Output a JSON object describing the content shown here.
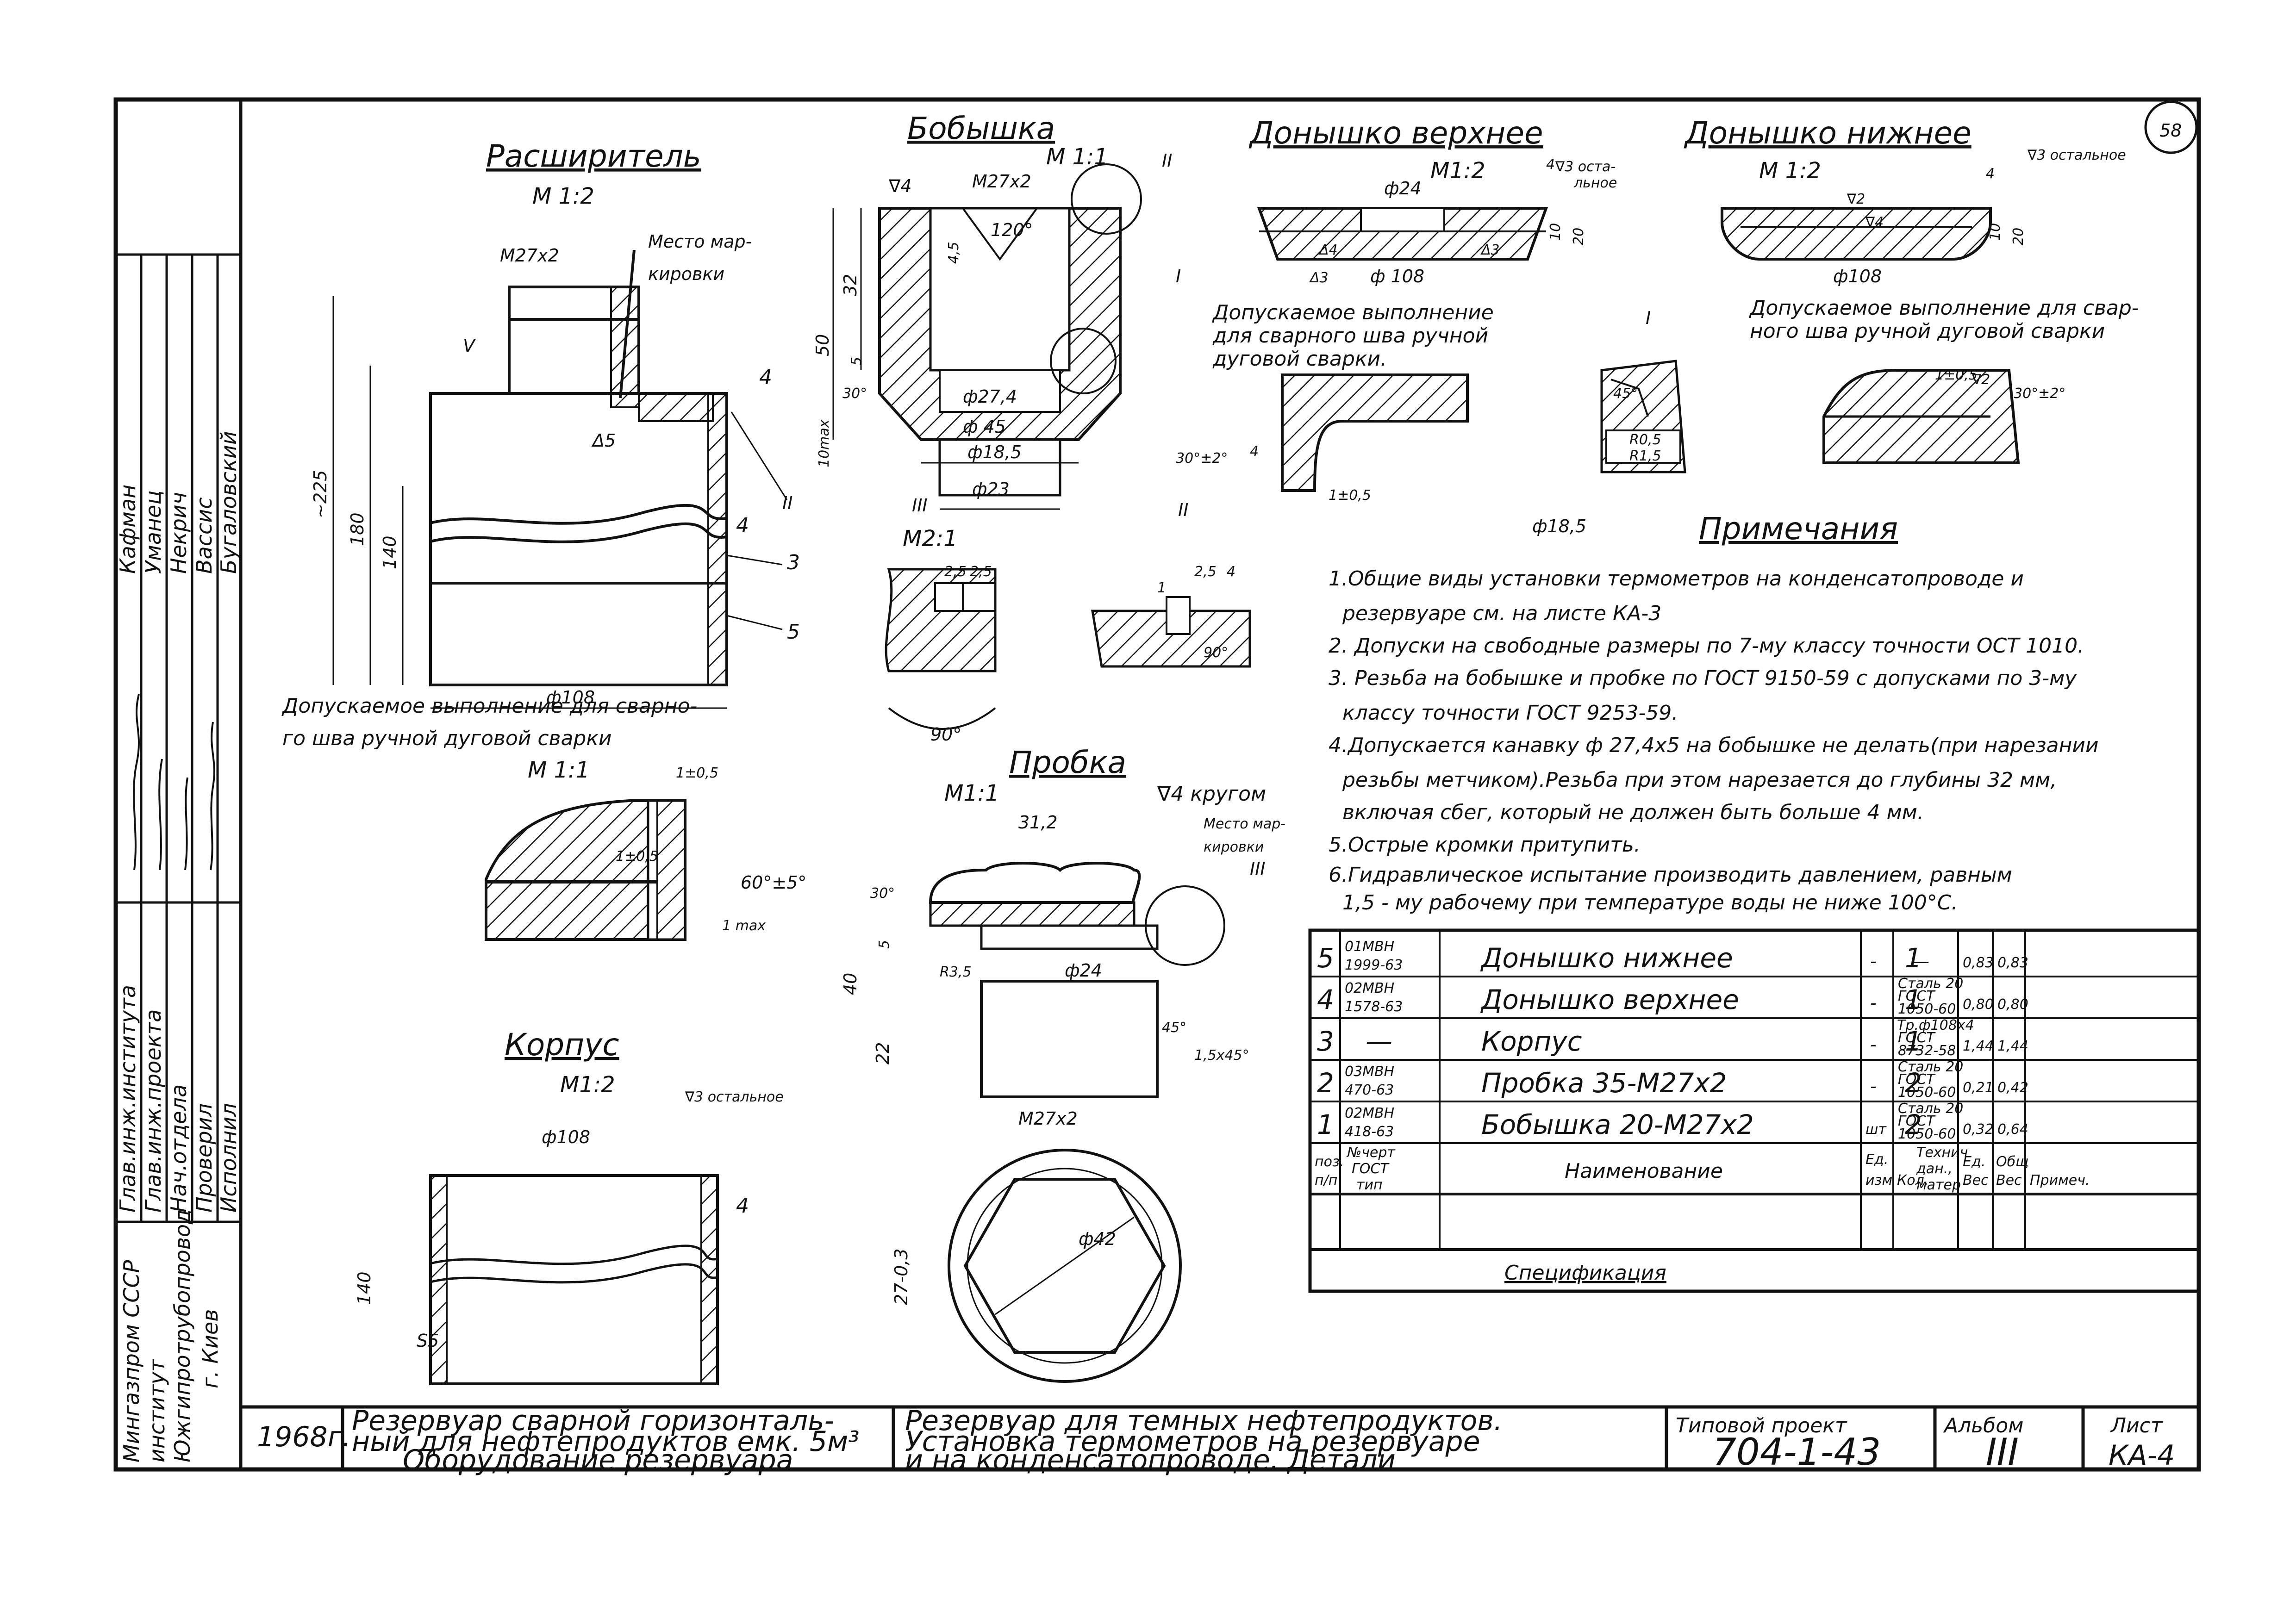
{
  "sheet_number": "58",
  "views": {
    "rasshiritel": {
      "title": "Расширитель",
      "scale": "М 1:2",
      "thread": "М27х2",
      "marking_label": "Место мар-кировки",
      "marking_l1": "Место мар-",
      "marking_l2": "кировки",
      "dims": {
        "h_total": "~225",
        "h_body": "180",
        "h_inner": "140",
        "d": "ф108",
        "weld": "Δ5",
        "v": "V",
        "pos4": "4",
        "pos3": "3",
        "pos5": "5",
        "pos2": "II"
      }
    },
    "weld_rasshiritel": {
      "note_l1": "Допускаемое выполнение для сварно-",
      "note_l2": "го шва ручной дуговой сварки",
      "scale": "М 1:1",
      "d1": "1±0,5",
      "d2": "1±0,5",
      "angle": "60°±5°",
      "d3": "1 max"
    },
    "bobyshka": {
      "title": "Бобышка",
      "scale": "М 1:1",
      "thread": "М27х2",
      "angle": "120°",
      "dims": {
        "h50": "50",
        "h32": "32",
        "h45": "4,5",
        "h5": "5",
        "angle30": "30°",
        "d274": "ф27,4",
        "d45": "ф 45",
        "d185": "ф18,5",
        "d23": "ф23",
        "roughness": "∇4",
        "left": "10max",
        "call1": "II",
        "call2": "I"
      }
    },
    "donyshko_verh": {
      "title": "Донышко верхнее",
      "scale": "М1:2",
      "rough": "∇3 оста-льное",
      "rough_l1": "∇3 оста-",
      "rough_l2": "льное",
      "d24": "ф24",
      "d": "ф 108",
      "t4": "4",
      "h10": "10",
      "h20": "20",
      "w1": "Δ4",
      "w2": "Δ3",
      "w3": "Δ3"
    },
    "weld_donyshko_verh": {
      "note_l1": "Допускаемое выполнение",
      "note_l2": "для сварного шва ручной",
      "note_l3": "дуговой сварки.",
      "angle": "30°±2°",
      "a4": "4",
      "d": "1±0,5"
    },
    "donyshko_niz": {
      "title": "Донышко нижнее",
      "scale": "М 1:2",
      "rough": "∇3 остальное",
      "r2": "∇2",
      "r4": "∇4",
      "t4": "4",
      "h10": "10",
      "h20": "20",
      "d": "ф108"
    },
    "weld_donyshko_niz": {
      "note_l1": "Допускаемое выполнение для свар-",
      "note_l2": "ного шва ручной дуговой сварки",
      "d": "1±0,5",
      "r": "∇2",
      "angle": "30°±2°"
    },
    "detail_I": {
      "label": "I",
      "angle": "45°",
      "r1": "R0,5",
      "r2": "R1,5",
      "d": "ф18,5"
    },
    "detail_III": {
      "label": "III",
      "scale": "М2:1",
      "d1": "2,5",
      "d2": "2,5",
      "angle": "90°"
    },
    "detail_II": {
      "label": "II",
      "d1": "2,5",
      "d2": "4",
      "d3": "1",
      "angle": "90°"
    },
    "probka": {
      "title": "Пробка",
      "scale": "М1:1",
      "rough": "∇4 кругом",
      "marking_l1": "Место мар-",
      "marking_l2": "кировки",
      "s": "31,2",
      "d24": "ф24",
      "thread": "М27х2",
      "h40": "40",
      "h22": "22",
      "h5": "5",
      "a30": "30°",
      "a45": "45°",
      "ch": "1,5х45°",
      "r": "R3,5",
      "across": "27-0,3",
      "d42": "ф42",
      "callout": "III"
    },
    "korpus": {
      "title": "Корпус",
      "scale": "М1:2",
      "rough": "∇3 остальное",
      "d": "ф108",
      "h": "140",
      "t4": "4",
      "weld": "S5"
    }
  },
  "notes": {
    "title": "Примечания",
    "items": [
      "1.Общие виды установки термометров на конденсатопроводе и",
      "резервуаре см. на листе КА-3",
      "2. Допуски на свободные размеры по 7-му классу точности ОСТ 1010.",
      "3. Резьба на бобышке и пробке по ГОСТ 9150-59 с допусками по 3-му",
      "классу точности ГОСТ 9253-59.",
      "4.Допускается канавку ф 27,4х5 на бобышке не делать(при нарезании",
      "резьбы метчиком).Резьба при этом нарезается до глубины 32 мм,",
      "включая сбег, который не должен быть больше 4 мм.",
      "5.Острые кромки притупить.",
      "6.Гидравлическое испытание производить давлением, равным",
      "1,5 - му рабочему при температуре воды не ниже 100°С."
    ]
  },
  "spec": {
    "title": "Спецификация",
    "header": {
      "pos": "поз. п/п",
      "pos_l1": "поз.",
      "pos_l2": "п/п",
      "doc": "№черт ГОСТ тип",
      "doc_l1": "№черт",
      "doc_l2": "ГОСТ",
      "doc_l3": "тип",
      "name": "Наименование",
      "unit": "Ед. изм.",
      "unit_l1": "Ед.",
      "unit_l2": "изм",
      "qty": "Кол.",
      "material": "Технич дан., матер",
      "mat_l1": "Технич",
      "mat_l2": "дан.,",
      "mat_l3": "матер",
      "w1": "Ед. Вес",
      "w1_l1": "Ед.",
      "w1_l2": "Вес",
      "w2": "Общ Вес",
      "w2_l1": "Общ",
      "w2_l2": "Вес",
      "note": "Примеч."
    },
    "rows": [
      {
        "pos": "5",
        "doc": "01МВН 1999-63",
        "doc_l1": "01МВН",
        "doc_l2": "1999-63",
        "name": "Донышко нижнее",
        "unit": "-",
        "qty": "1",
        "material": "—",
        "w1": "0,83",
        "w2": "0,83"
      },
      {
        "pos": "4",
        "doc": "02МВН 1578-63",
        "doc_l1": "02МВН",
        "doc_l2": "1578-63",
        "name": "Донышко верхнее",
        "unit": "-",
        "qty": "1",
        "material": "Сталь 20 ГОСТ 1050-60",
        "mat_l1": "Сталь 20",
        "mat_l2": "ГОСТ",
        "mat_l3": "1050-60",
        "w1": "0,80",
        "w2": "0,80"
      },
      {
        "pos": "3",
        "doc": "—",
        "doc_l1": "—",
        "doc_l2": "",
        "name": "Корпус",
        "unit": "-",
        "qty": "1",
        "material": "Тр.ф108х4 ГОСТ 8732-58",
        "mat_l1": "Тр.ф108х4",
        "mat_l2": "ГОСТ",
        "mat_l3": "8732-58",
        "w1": "1,44",
        "w2": "1,44"
      },
      {
        "pos": "2",
        "doc": "03МВН 470-63",
        "doc_l1": "03МВН",
        "doc_l2": "470-63",
        "name": "Пробка 35-М27х2",
        "unit": "-",
        "qty": "2",
        "material": "Сталь 20 ГОСТ 1050-60",
        "mat_l1": "Сталь 20",
        "mat_l2": "ГОСТ",
        "mat_l3": "1050-60",
        "w1": "0,21",
        "w2": "0,42"
      },
      {
        "pos": "1",
        "doc": "02МВН 418-63",
        "doc_l1": "02МВН",
        "doc_l2": "418-63",
        "name": "Бобышка 20-М27х2",
        "unit": "шт",
        "qty": "2",
        "material": "Сталь 20 ГОСТ 1050-60",
        "mat_l1": "Сталь 20",
        "mat_l2": "ГОСТ",
        "mat_l3": "1050-60",
        "w1": "0,32",
        "w2": "0,64"
      }
    ]
  },
  "sidebar": {
    "names": [
      "Кафман",
      "Уманец",
      "Некрич",
      "Вассис",
      "Бугаловский"
    ],
    "roles": [
      "Глав.инж.института",
      "Глав.инж.проекта",
      "Нач.отдела",
      "Проверил",
      "Исполнил"
    ],
    "org_l1": "Мингазпром СССР",
    "org_l2": "институт",
    "org_l3": "Южгипротрубопровод",
    "org_l4": "г. Киев"
  },
  "title_block": {
    "year": "1968г.",
    "project_l1": "Резервуар сварной горизонталь-",
    "project_l2": "ный для нефтепродуктов емк. 5м³",
    "project_l3": "Оборудование резервуара",
    "sheet_title_l1": "Резервуар для темных нефтепродуктов.",
    "sheet_title_l2": "Установка термометров на резервуаре",
    "sheet_title_l3": "и на конденсатопроводе. Детали",
    "tp_label": "Типовой проект",
    "tp_value": "704-1-43",
    "album_label": "Альбом",
    "album_value": "III",
    "list_label": "Лист",
    "list_value": "КА-4"
  }
}
